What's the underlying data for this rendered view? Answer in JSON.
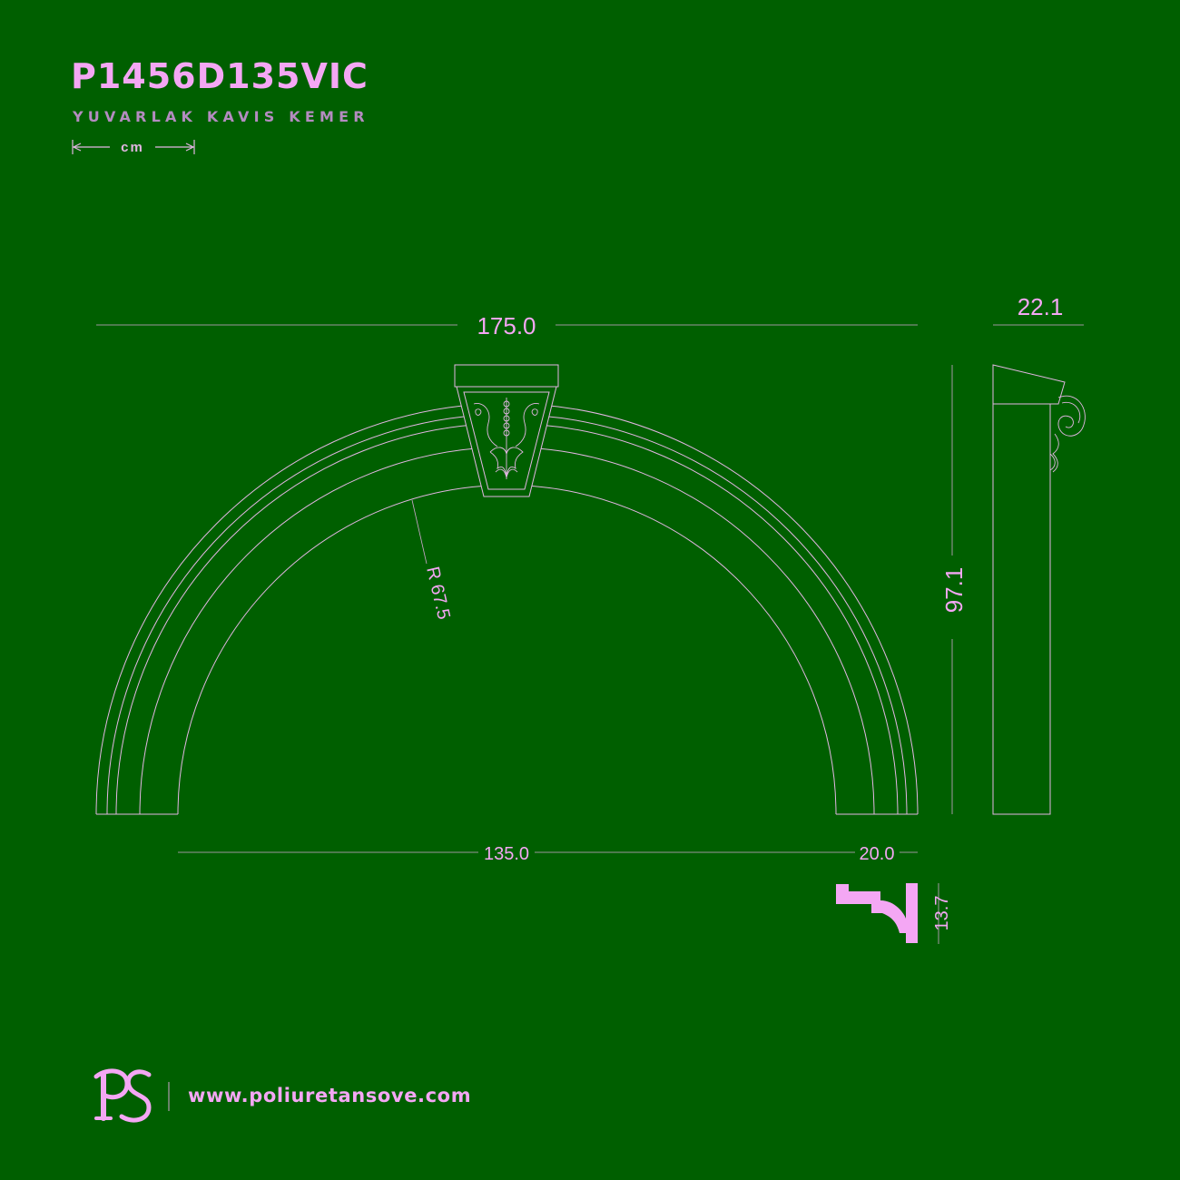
{
  "header": {
    "product_code": "P1456D135VIC",
    "subtitle": "YUVARLAK KAVIS KEMER",
    "unit": "cm"
  },
  "dimensions": {
    "overall_width": "175.0",
    "depth": "22.1",
    "height": "97.1",
    "inner_radius": "R 67.5",
    "inner_span": "135.0",
    "profile_width": "20.0",
    "profile_height": "13.7"
  },
  "footer": {
    "logo_text": "PS",
    "website": "www.poliuretansove.com"
  },
  "colors": {
    "background": "#005f00",
    "line": "#e3b6e3",
    "accent": "#f4a7f4",
    "subtitle": "#b48cc0"
  }
}
